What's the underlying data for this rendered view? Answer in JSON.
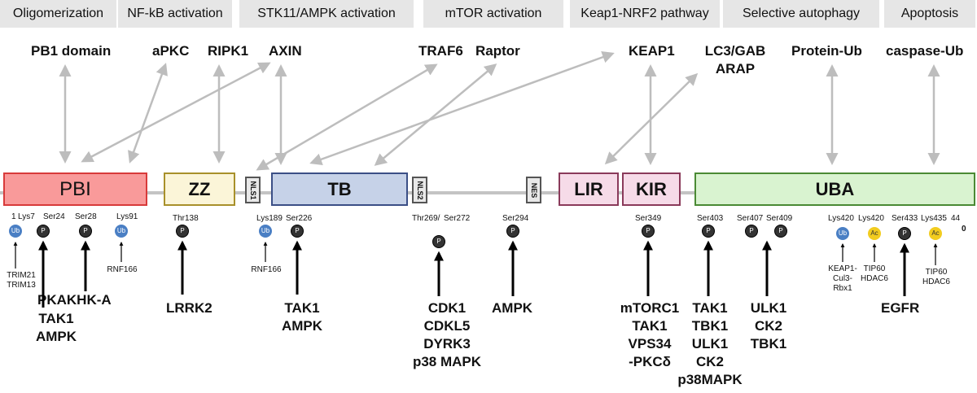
{
  "headers": [
    "Oligomerization",
    "NF-kB activation",
    "STK11/AMPK activation",
    "mTOR activation",
    "Keap1-NRF2 pathway",
    "Selective autophagy",
    "Apoptosis"
  ],
  "targets": {
    "pb1": "PB1 domain",
    "apkc": "aPKC",
    "ripk1": "RIPK1",
    "axin": "AXIN",
    "traf6": "TRAF6",
    "raptor": "Raptor",
    "keap1": "KEAP1",
    "lc3_line1": "LC3/GAB",
    "lc3_line2": "ARAP",
    "protein_ub": "Protein-Ub",
    "caspase_ub": "caspase-Ub"
  },
  "domains": {
    "pbi": "PBI",
    "zz": "ZZ",
    "nls1": "NLS1",
    "tb": "TB",
    "nls2": "NLS2",
    "nes": "NES",
    "lir": "LIR",
    "kir": "KIR",
    "uba": "UBA"
  },
  "domain_colors": {
    "pbi_fill": "#f99a9a",
    "pbi_border": "#d83a3a",
    "zz_fill": "#fbf5d8",
    "zz_border": "#a8902a",
    "tb_fill": "#c6d2e8",
    "tb_border": "#3b4f86",
    "lir_fill": "#f6dbe8",
    "lir_border": "#8a3a5a",
    "uba_fill": "#d9f3d0",
    "uba_border": "#4a8a34"
  },
  "sites": {
    "one": "1",
    "lys7": "Lys7",
    "ser24": "Ser24",
    "ser28": "Ser28",
    "lys91": "Lys91",
    "thr138": "Thr138",
    "lys189": "Lys189",
    "ser226": "Ser226",
    "thr269": "Thr269/",
    "ser272": "Ser272",
    "ser294": "Ser294",
    "ser349": "Ser349",
    "ser403": "Ser403",
    "ser407": "Ser407",
    "ser409": "Ser409",
    "lys420a": "Lys420",
    "lys420b": "Lys420",
    "ser433": "Ser433",
    "lys435": "Lys435",
    "n44": "44",
    "n0": "0"
  },
  "badges": {
    "p": "P",
    "ub": "Ub",
    "ac": "Ac"
  },
  "enzymes": {
    "trim21": "TRIM21",
    "trim13": "TRIM13",
    "rnf166a": "RNF166",
    "rnf166b": "RNF166",
    "keap1_1": "KEAP1-",
    "keap1_2": "Cul3-",
    "keap1_3": "Rbx1",
    "tip60a_1": "TIP60",
    "tip60a_2": "HDAC6",
    "tip60b_1": "TIP60",
    "tip60b_2": "HDAC6"
  },
  "kinases": {
    "pkakhk": "PKAKHK-A",
    "tak1a": "TAK1",
    "ampka": "AMPK",
    "lrrk2": "LRRK2",
    "tak1b": "TAK1",
    "ampkb": "AMPK",
    "cdk1": "CDK1",
    "cdkl5": "CDKL5",
    "dyrk3": "DYRK3",
    "p38": "p38 MAPK",
    "ampkc": "AMPK",
    "mtorc1": "mTORC1",
    "tak1c": "TAK1",
    "vps34": "VPS34",
    "pkcd": "-PKCδ",
    "tak1d": "TAK1",
    "tbk1a": "TBK1",
    "ulk1a": "ULK1",
    "ck2a": "CK2",
    "p38b": "p38MAPK",
    "ulk1b": "ULK1",
    "ck2b": "CK2",
    "tbk1b": "TBK1",
    "egfr": "EGFR"
  }
}
